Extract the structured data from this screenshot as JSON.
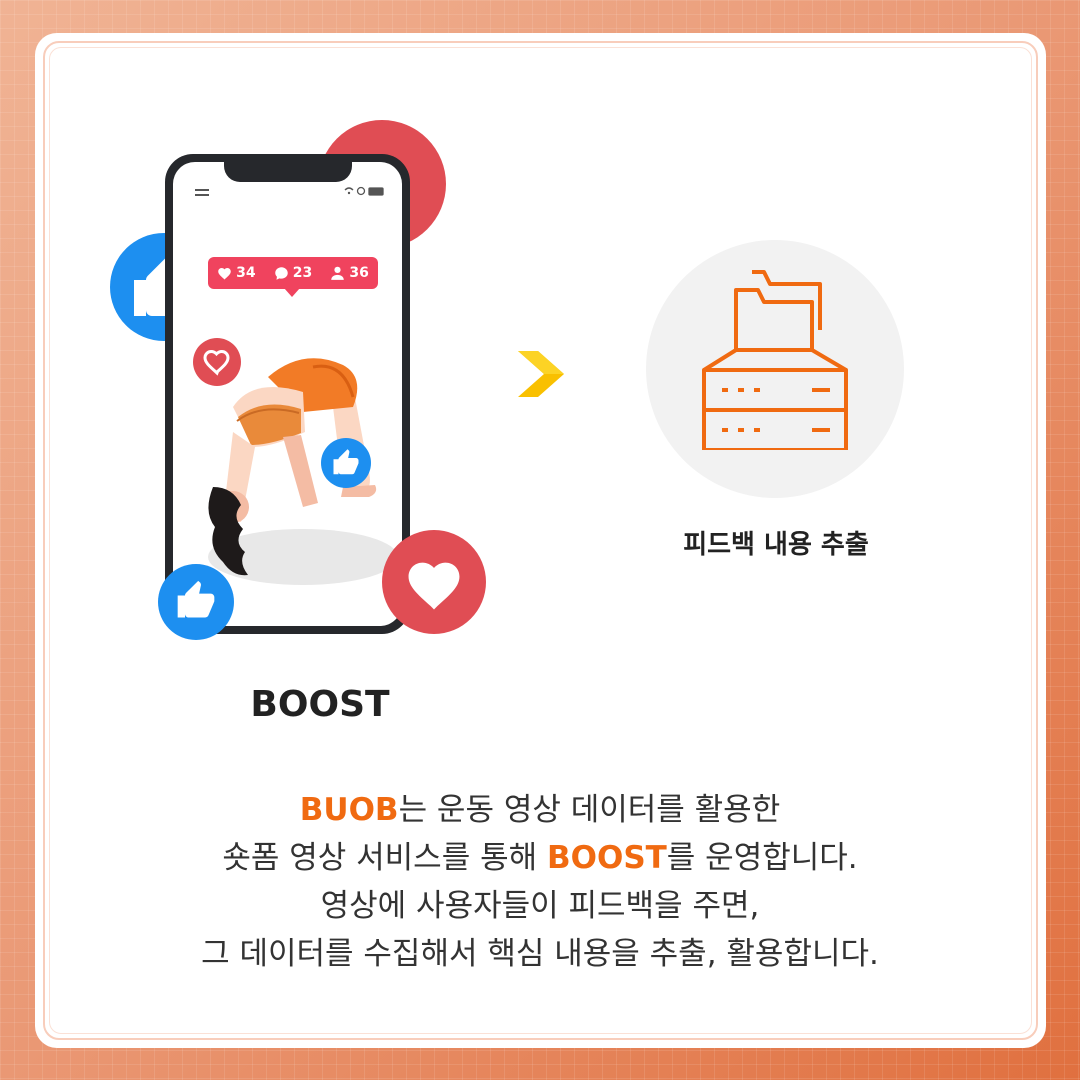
{
  "phone": {
    "stats": {
      "likes": "34",
      "comments": "23",
      "followers": "36"
    }
  },
  "boost_label": "BOOST",
  "feedback_label": "피드백 내용 추출",
  "description": {
    "line1_brand": "BUOB",
    "line1_rest": "는 운동 영상 데이터를 활용한",
    "line2_pre": "숏폼 영상 서비스를 통해 ",
    "line2_brand": "BOOST",
    "line2_post": "를 운영합니다.",
    "line3": "영상에 사용자들이 피드백을 주면,",
    "line4": "그 데이터를 수집해서 핵심 내용을 추출, 활용합니다."
  },
  "colors": {
    "accent": "#f06a11",
    "heart_red": "#e04d54",
    "like_blue": "#1d8ff0",
    "stats_pink": "#f0435e",
    "arrow_yellow": "#f9c000"
  },
  "icons": [
    "heart-icon",
    "comment-icon",
    "user-icon",
    "thumbs-up-icon",
    "server-folder-icon",
    "chevron-right-icon"
  ]
}
